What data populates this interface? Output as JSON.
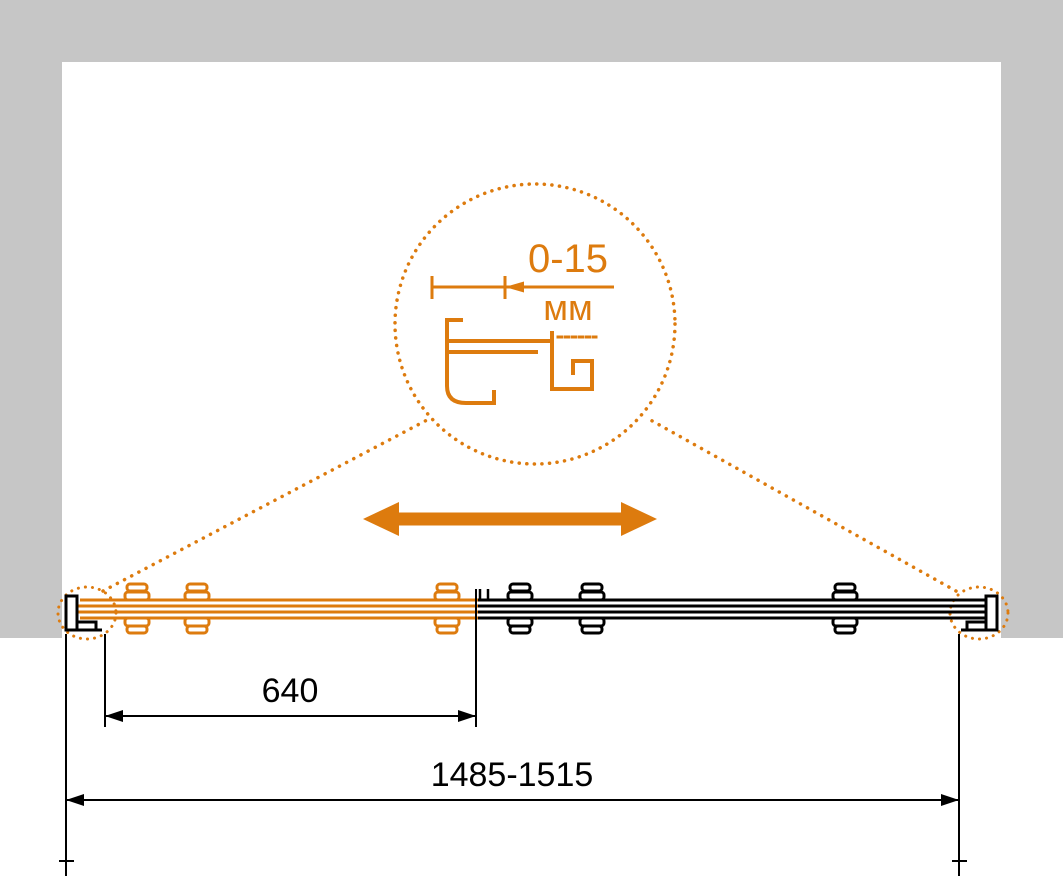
{
  "diagram": {
    "detail_callout": {
      "range_label": "0-15",
      "unit_label": "мм"
    },
    "dimensions": {
      "door_panel_width": "640",
      "overall_width_range": "1485-1515"
    },
    "icons": {
      "slide_direction": "double-headed-arrow",
      "detail_zoom": "dotted-callout-circle"
    },
    "colors": {
      "accent_orange": "#DD7B0E",
      "wall_gray": "#C6C6C6",
      "line_black": "#000000",
      "background": "#FFFFFF"
    }
  }
}
